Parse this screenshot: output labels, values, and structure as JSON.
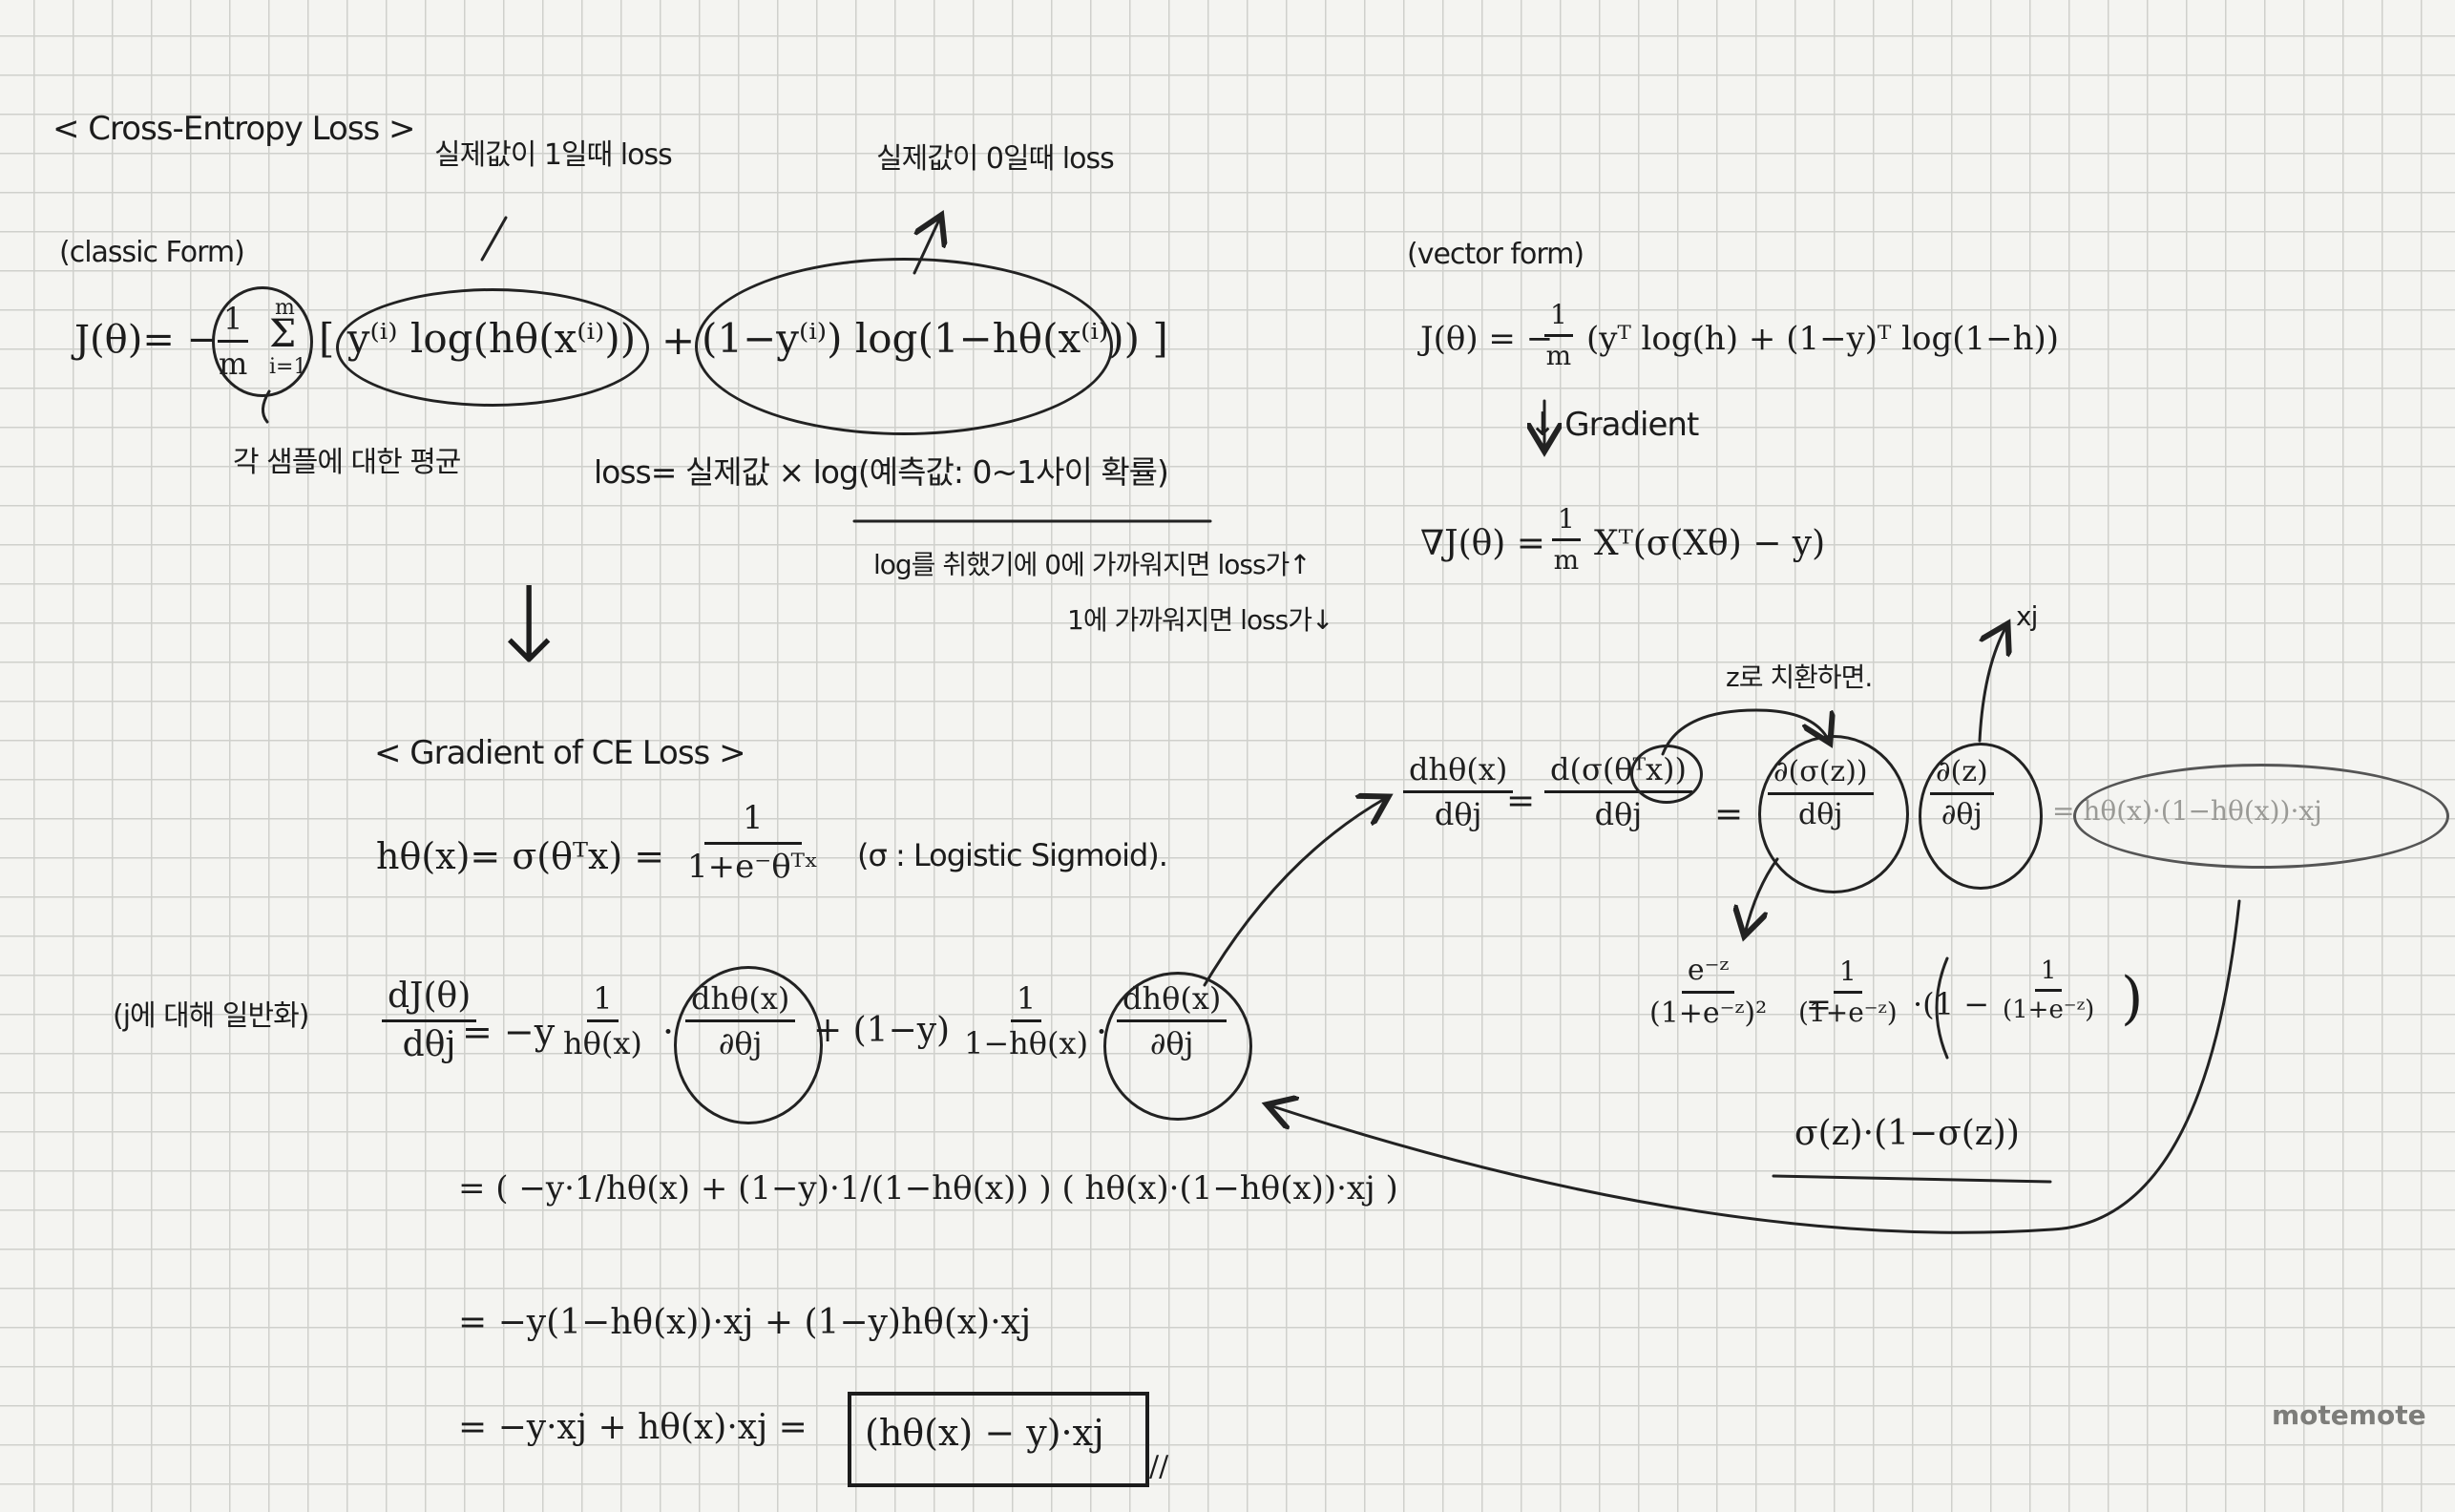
{
  "left": {
    "title": "< Cross-Entropy Loss >",
    "classic_label": "(classic Form)",
    "note_y1": "실제값이 1일때 loss",
    "note_y0": "실제값이 0일때 loss",
    "note_mean": "각 샘플에 대한 평균",
    "classic_lhs": "J(θ)= −",
    "classic_coef_num": "1",
    "classic_coef_den": "m",
    "classic_sum": "Σ",
    "classic_sum_top": "m",
    "classic_sum_bot": "i=1",
    "classic_term1": "[ y⁽ⁱ⁾ log(hθ(x⁽ⁱ⁾))",
    "classic_plus": "+",
    "classic_term2": "(1−y⁽ⁱ⁾) log(1−hθ(x⁽ⁱ⁾)) ]",
    "loss_def": "loss= 실제값 × log(예측값: 0~1사이 확률)",
    "log_note1": "log를 취했기에 0에 가까워지면 loss가↑",
    "log_note2": "1에 가까워지면 loss가↓",
    "arrow_down": "↓"
  },
  "vector": {
    "label": "(vector form)",
    "eq_lhs": "J(θ) = −",
    "eq_num": "1",
    "eq_den": "m",
    "eq_rhs": "(yᵀ log(h) + (1−y)ᵀ log(1−h))",
    "gradient_label": "↓ Gradient",
    "grad_lhs": "∇J(θ) =",
    "grad_num": "1",
    "grad_den": "m",
    "grad_rhs": "Xᵀ(σ(Xθ) − y)"
  },
  "gradient": {
    "title": "< Gradient of CE Loss >",
    "h_lhs": "hθ(x)= σ(θᵀx) =",
    "h_num": "1",
    "h_den": "1+e⁻θᵀˣ",
    "sigmoid_note": "(σ : Logistic Sigmoid).",
    "j_note": "(j에 대해 일반화)",
    "d_lhs_num": "dJ(θ)",
    "d_lhs_den": "dθj",
    "d_eq": "= −y",
    "d_f1_num": "1",
    "d_f1_den": "hθ(x)",
    "d_dot": "·",
    "d_dh_num": "dhθ(x)",
    "d_dh_den": "∂θj",
    "d_plus": "+ (1−y)",
    "d_f2_num": "1",
    "d_f2_den": "1−hθ(x)",
    "line2": "= ( −y·1/hθ(x) + (1−y)·1/(1−hθ(x)) ) ( hθ(x)·(1−hθ(x))·xj )",
    "line3": "= −y(1−hθ(x))·xj + (1−y)hθ(x)·xj",
    "line4_left": "= −y·xj + hθ(x)·xj =",
    "line4_boxed": "(hθ(x) − y)·xj",
    "line4_end": "//"
  },
  "chain": {
    "lhs_num": "dhθ(x)",
    "lhs_den": "dθj",
    "eq1": "=",
    "mid_num": "d(σ(θᵀx))",
    "mid_den": "dθj",
    "eq2": "=",
    "c1_num": "∂(σ(z))",
    "c1_den": "dθj",
    "c2_num": "∂(z)",
    "c2_den": "∂θj",
    "result": "= hθ(x)·(1−hθ(x))·xj",
    "note_z": "z로 치환하면.",
    "note_xj": "xj",
    "s_num": "e⁻ᶻ",
    "s_den": "(1+e⁻ᶻ)²",
    "s_eq": "=",
    "s_f_num": "1",
    "s_f_den": "(1+e⁻ᶻ)",
    "s_rest": "·(1 −",
    "s_rest_num": "1",
    "s_rest_den": "(1+e⁻ᶻ)",
    "s_close": ")",
    "sigma_result": "σ(z)·(1−σ(z))"
  },
  "brand": "motemote"
}
